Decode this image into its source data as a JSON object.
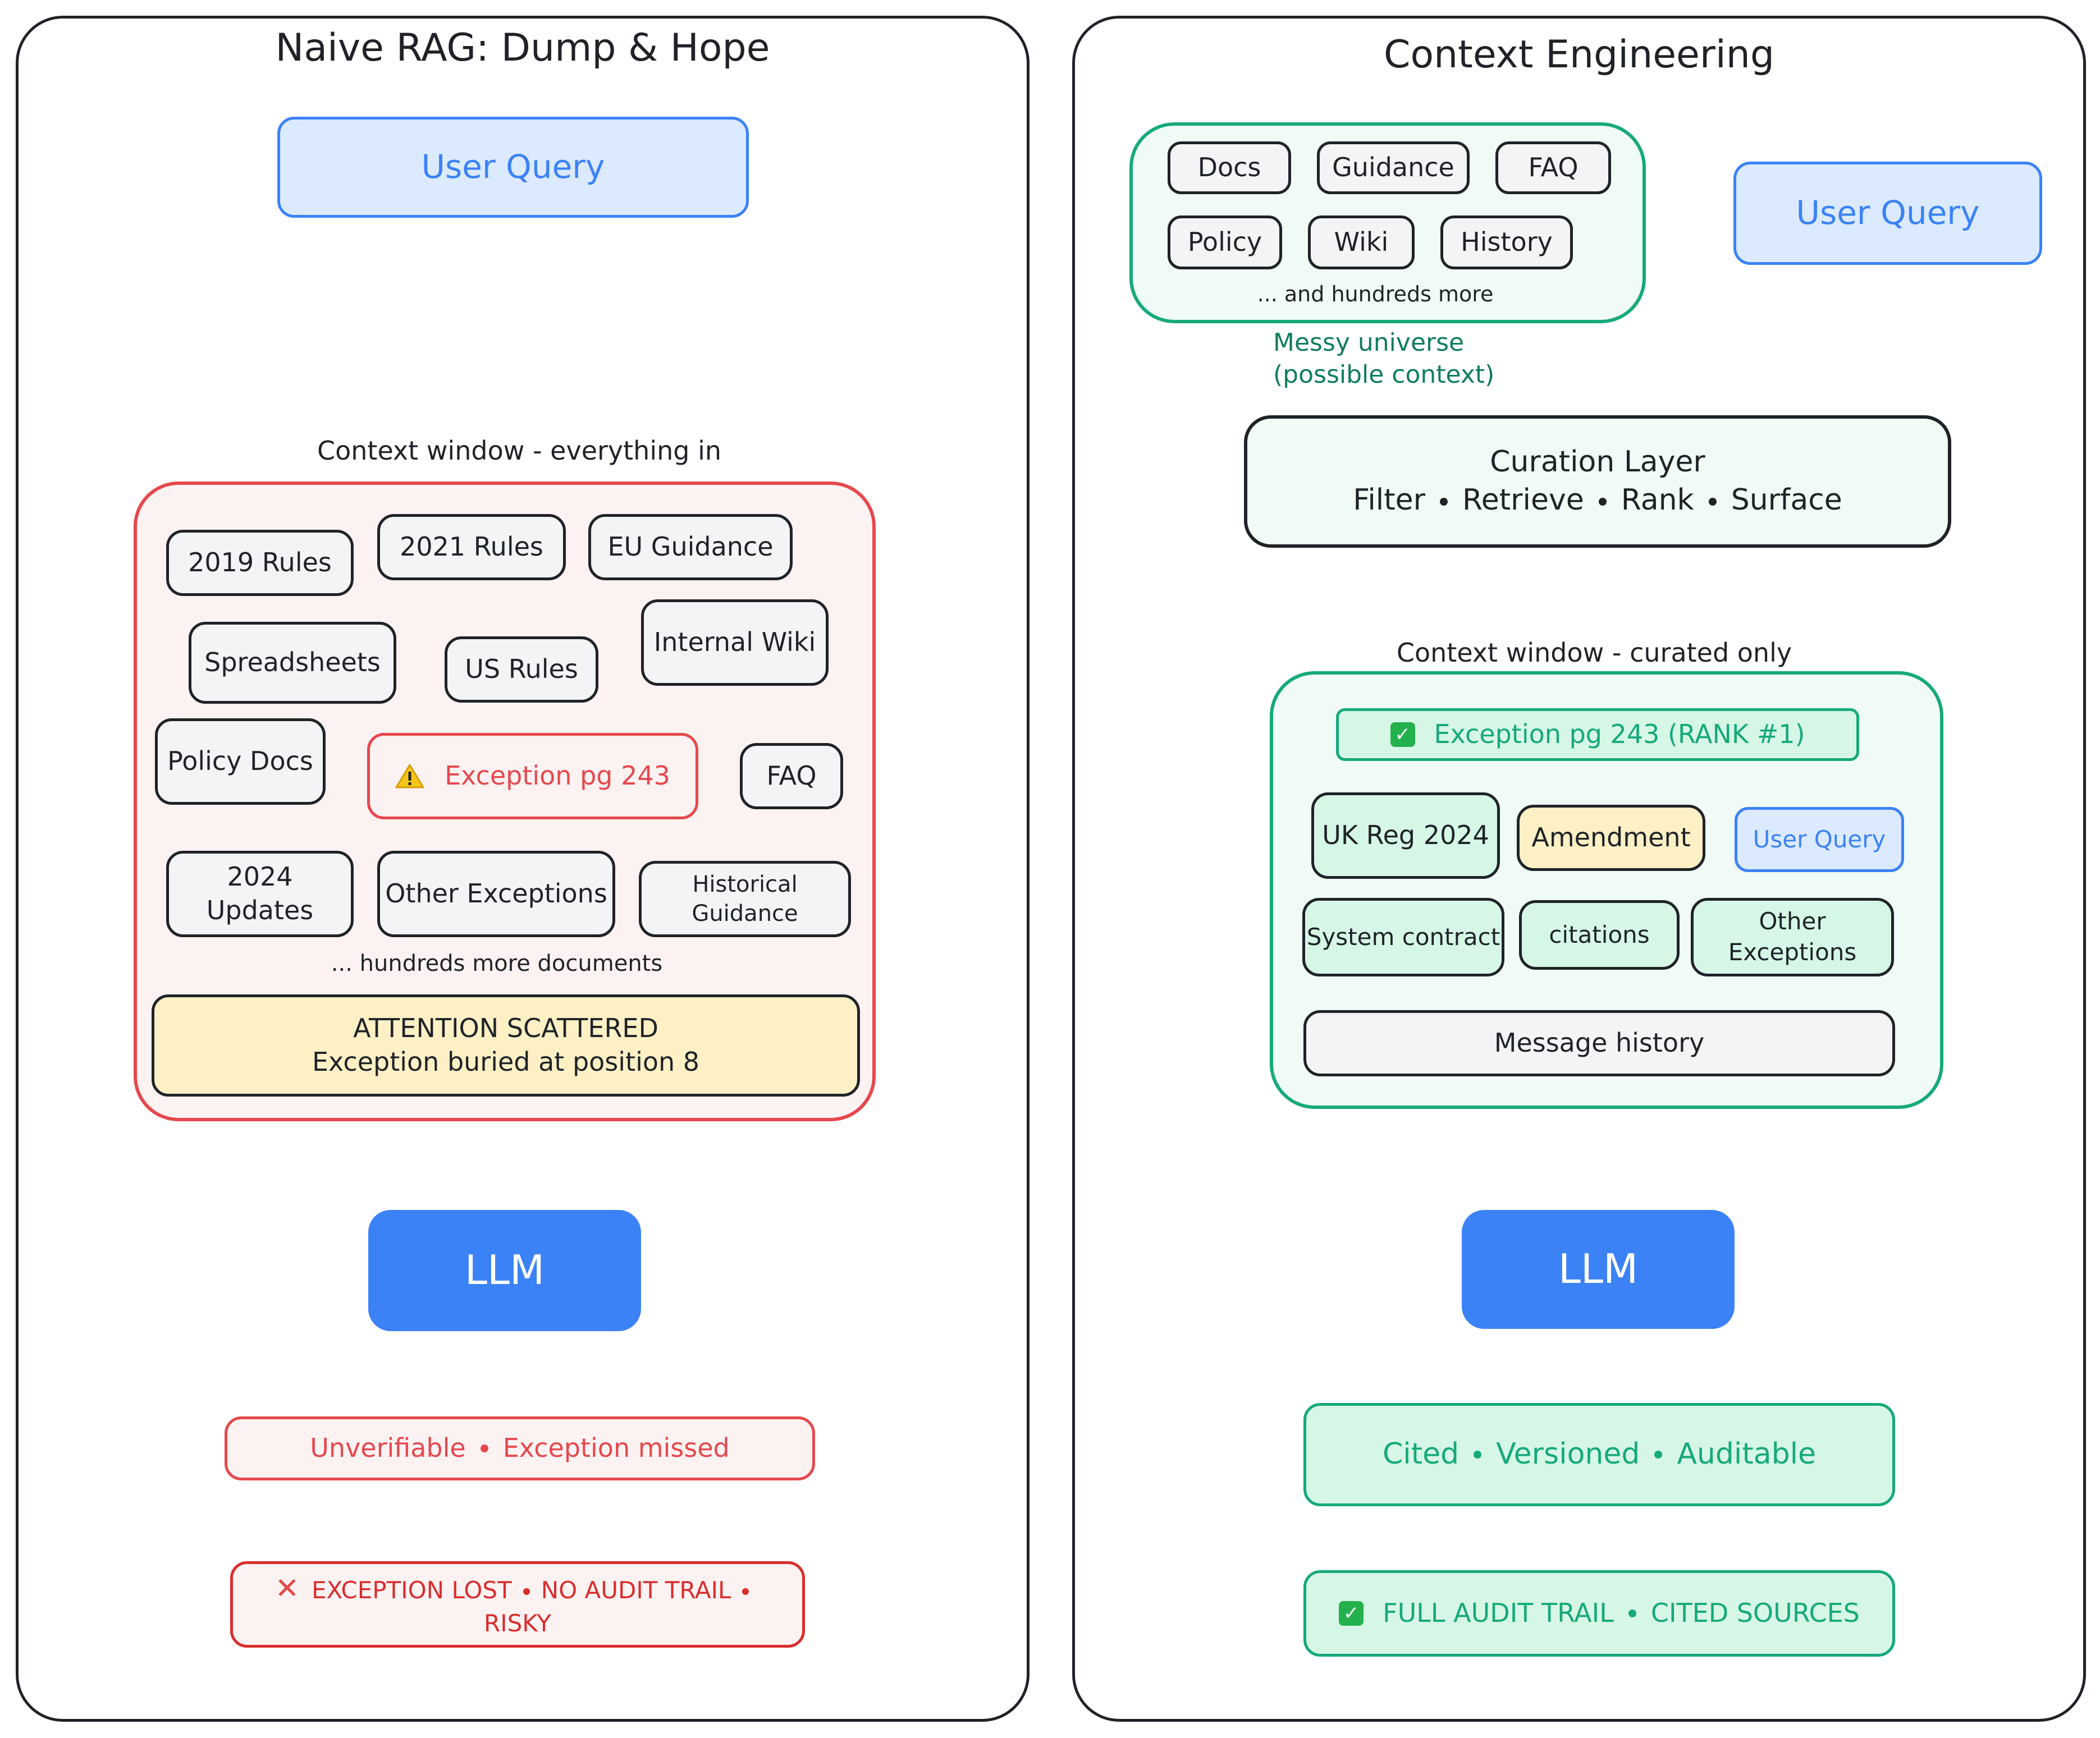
{
  "colors": {
    "arrow": "#9aa3b1",
    "accent_blue": "#3b82f6",
    "bad_red": "#e5484d",
    "good_green": "#16a97a",
    "warn_yellow": "#fdf0c5"
  },
  "left": {
    "title": "Naive RAG: Dump & Hope",
    "user_query": "User Query",
    "window_label": "Context window - everything in",
    "docs": {
      "rules2019": "2019 Rules",
      "rules2021": "2021 Rules",
      "eu_guidance": "EU Guidance",
      "spreadsheets": "Spreadsheets",
      "us_rules": "US Rules",
      "internal_wiki": "Internal Wiki",
      "policy_docs": "Policy Docs",
      "exception": "Exception pg 243",
      "faq": "FAQ",
      "updates_line1": "2024",
      "updates_line2": "Updates",
      "other_exceptions": "Other Exceptions",
      "historical_line1": "Historical",
      "historical_line2": "Guidance"
    },
    "more_docs": "... hundreds more documents",
    "scatter_line1": "ATTENTION SCATTERED",
    "scatter_line2": "Exception buried at position 8",
    "llm": "LLM",
    "output_a": "Unverifiable",
    "output_b": "Exception missed",
    "result_a": "EXCEPTION LOST",
    "result_b": "NO AUDIT TRAIL",
    "result_c": "RISKY"
  },
  "right": {
    "title": "Context Engineering",
    "sources": {
      "docs": "Docs",
      "guidance": "Guidance",
      "faq": "FAQ",
      "policy": "Policy",
      "wiki": "Wiki",
      "history": "History",
      "more": "... and hundreds more"
    },
    "messy_line1": "Messy universe",
    "messy_line2": "(possible context)",
    "user_query": "User Query",
    "curation_title": "Curation Layer",
    "curation_steps": [
      "Filter",
      "Retrieve",
      "Rank",
      "Surface"
    ],
    "window_label": "Context window - curated only",
    "ranked_exception": "Exception pg 243 (RANK #1)",
    "uk_reg": "UK Reg 2024",
    "amendment": "Amendment",
    "inner_query": "User Query",
    "system_contract": "System contract",
    "citations": "citations",
    "other_exceptions": "Other Exceptions",
    "message_history": "Message history",
    "llm": "LLM",
    "output_a": "Cited",
    "output_b": "Versioned",
    "output_c": "Auditable",
    "result_a": "FULL AUDIT TRAIL",
    "result_b": "CITED SOURCES"
  }
}
